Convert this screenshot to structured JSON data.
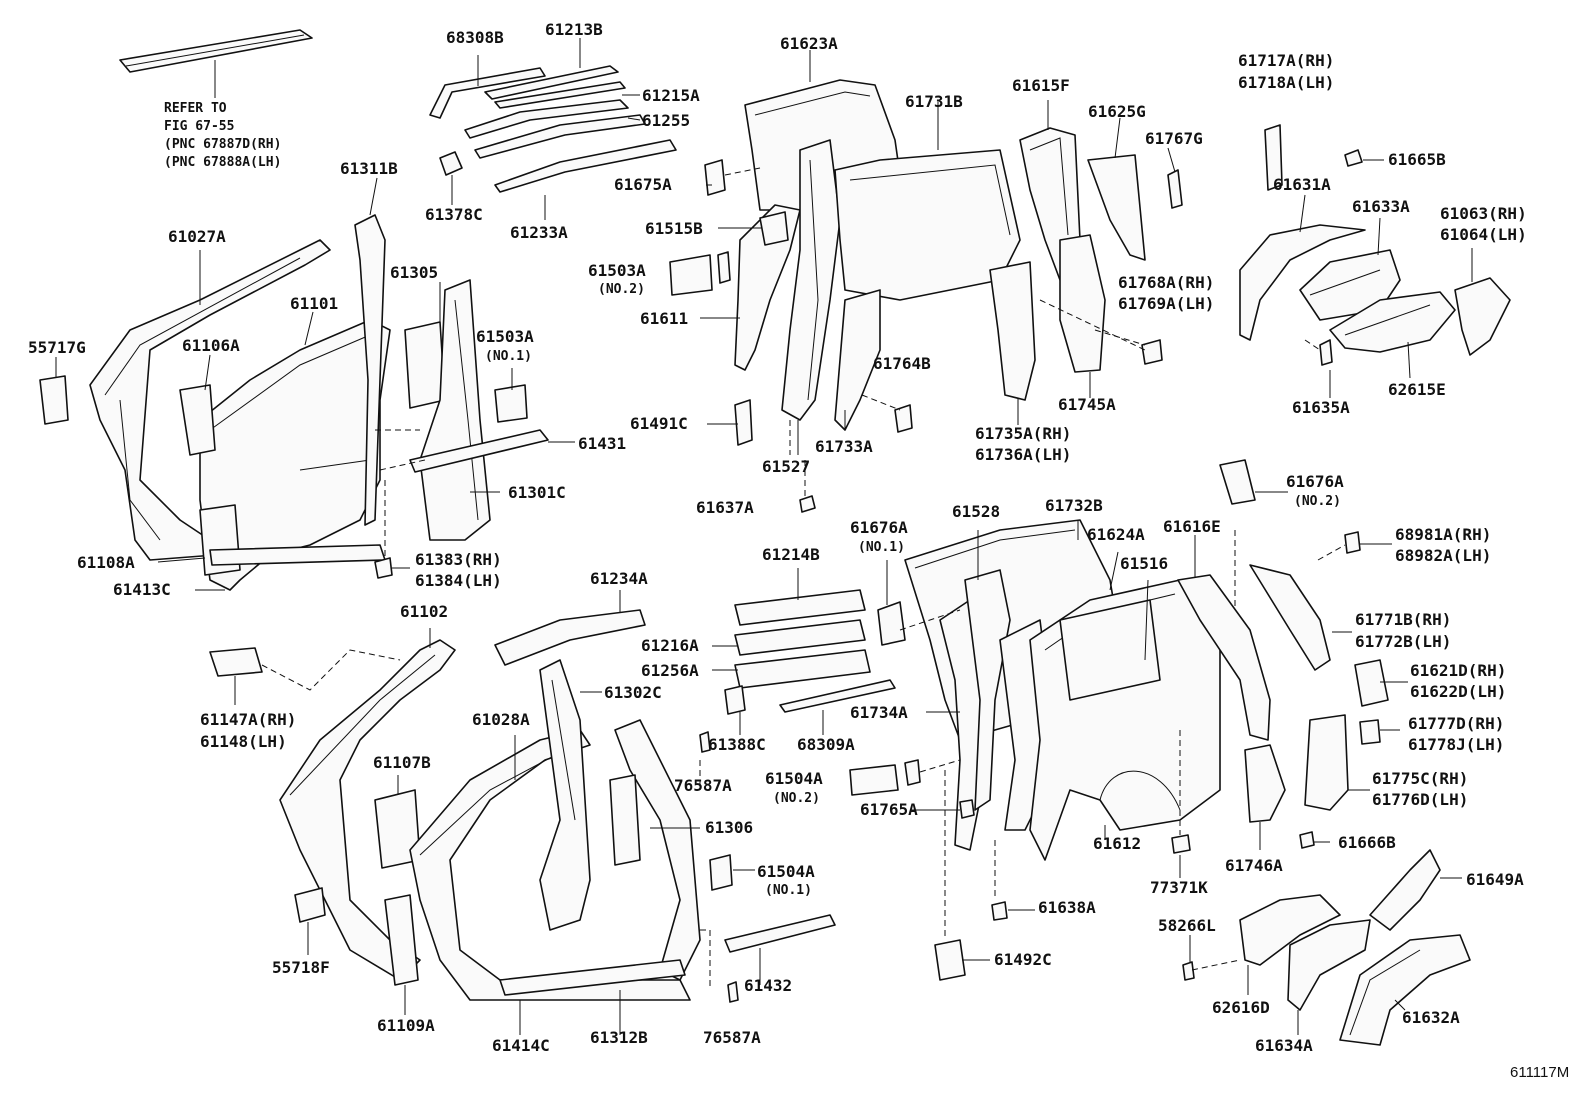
{
  "figure_id": "611117M",
  "reference_note": {
    "line1": "REFER TO",
    "line2": "FIG 67-55",
    "line3": "(PNC 67887D(RH)",
    "line4": "(PNC 67888A(LH)"
  },
  "labels": {
    "p68308B": "68308B",
    "p61213B": "61213B",
    "p61623A": "61623A",
    "p61215A": "61215A",
    "p61255": "61255",
    "p61378C": "61378C",
    "p61233A": "61233A",
    "p61675A": "61675A",
    "p61731B": "61731B",
    "p61615F": "61615F",
    "p61625G": "61625G",
    "p61767G": "61767G",
    "p61717A": "61717A(RH)",
    "p61718A": "61718A(LH)",
    "p61665B": "61665B",
    "p61311B": "61311B",
    "p61027A": "61027A",
    "p61305": "61305",
    "p61101": "61101",
    "p55717G": "55717G",
    "p61106A": "61106A",
    "p61503A_1": "61503A",
    "n_no1_a": "(NO.1)",
    "p61515B": "61515B",
    "p61503A_2": "61503A",
    "n_no2_a": "(NO.2)",
    "p61611": "61611",
    "p61631A": "61631A",
    "p61633A": "61633A",
    "p61063": "61063(RH)",
    "p61064": "61064(LH)",
    "p61768A": "61768A(RH)",
    "p61769A": "61769A(LH)",
    "p61764B": "61764B",
    "p61431": "61431",
    "p61491C": "61491C",
    "p61733A": "61733A",
    "p61745A": "61745A",
    "p61735A": "61735A(RH)",
    "p61736A": "61736A(LH)",
    "p61635A": "61635A",
    "p62615E": "62615E",
    "p61527": "61527",
    "p61301C": "61301C",
    "p61637A": "61637A",
    "p61676A_2": "61676A",
    "n_no2_b": "(NO.2)",
    "p61108A": "61108A",
    "p61676A_1": "61676A",
    "n_no1_b": "(NO.1)",
    "p61528": "61528",
    "p61732B": "61732B",
    "p61624A": "61624A",
    "p61616E": "61616E",
    "p61516": "61516",
    "p68981A": "68981A(RH)",
    "p68982A": "68982A(LH)",
    "p61383": "61383(RH)",
    "p61384": "61384(LH)",
    "p61214B": "61214B",
    "p61413C": "61413C",
    "p61234A": "61234A",
    "p61102": "61102",
    "p61216A": "61216A",
    "p61256A": "61256A",
    "p61771B": "61771B(RH)",
    "p61772B": "61772B(LH)",
    "p61621D": "61621D(RH)",
    "p61622D": "61622D(LH)",
    "p61147A": "61147A(RH)",
    "p61148": "61148(LH)",
    "p61302C": "61302C",
    "p61028A": "61028A",
    "p61388C": "61388C",
    "p61734A": "61734A",
    "p68309A": "68309A",
    "p61777D": "61777D(RH)",
    "p61778J": "61778J(LH)",
    "p61107B": "61107B",
    "p76587A_1": "76587A",
    "p61504A_2": "61504A",
    "n_no2_c": "(NO.2)",
    "p61775C": "61775C(RH)",
    "p61776D": "61776D(LH)",
    "p61765A": "61765A",
    "p61306": "61306",
    "p61612": "61612",
    "p61666B": "61666B",
    "p77371K": "77371K",
    "p61746A": "61746A",
    "p61504A_1": "61504A",
    "n_no1_c": "(NO.1)",
    "p61649A": "61649A",
    "p61638A": "61638A",
    "p55718F": "55718F",
    "p58266L": "58266L",
    "p61492C": "61492C",
    "p61432": "61432",
    "p62616D": "62616D",
    "p61632A": "61632A",
    "p61109A": "61109A",
    "p61414C": "61414C",
    "p61312B": "61312B",
    "p76587A_2": "76587A",
    "p61634A": "61634A"
  }
}
